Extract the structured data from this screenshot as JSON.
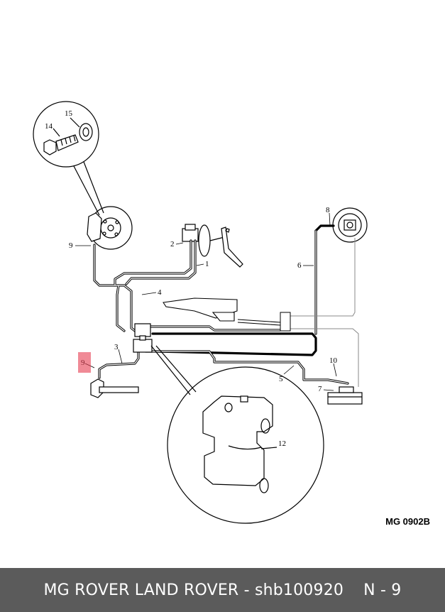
{
  "diagram": {
    "callouts": {
      "c1": "1",
      "c2": "2",
      "c3": "3",
      "c4": "4",
      "c5": "5",
      "c6": "6",
      "c7": "7",
      "c8": "8",
      "c9a": "9",
      "c9b": "9",
      "c10": "10",
      "c12": "12",
      "c14": "14",
      "c15": "15"
    },
    "figure_code": "MG 0902B"
  },
  "highlight": {
    "callout": "9",
    "color": "#e33c50"
  },
  "footer": {
    "brand": "MG ROVER LAND ROVER - shb100920",
    "page_ref": "N - 9",
    "background": "#5b5b5b"
  }
}
